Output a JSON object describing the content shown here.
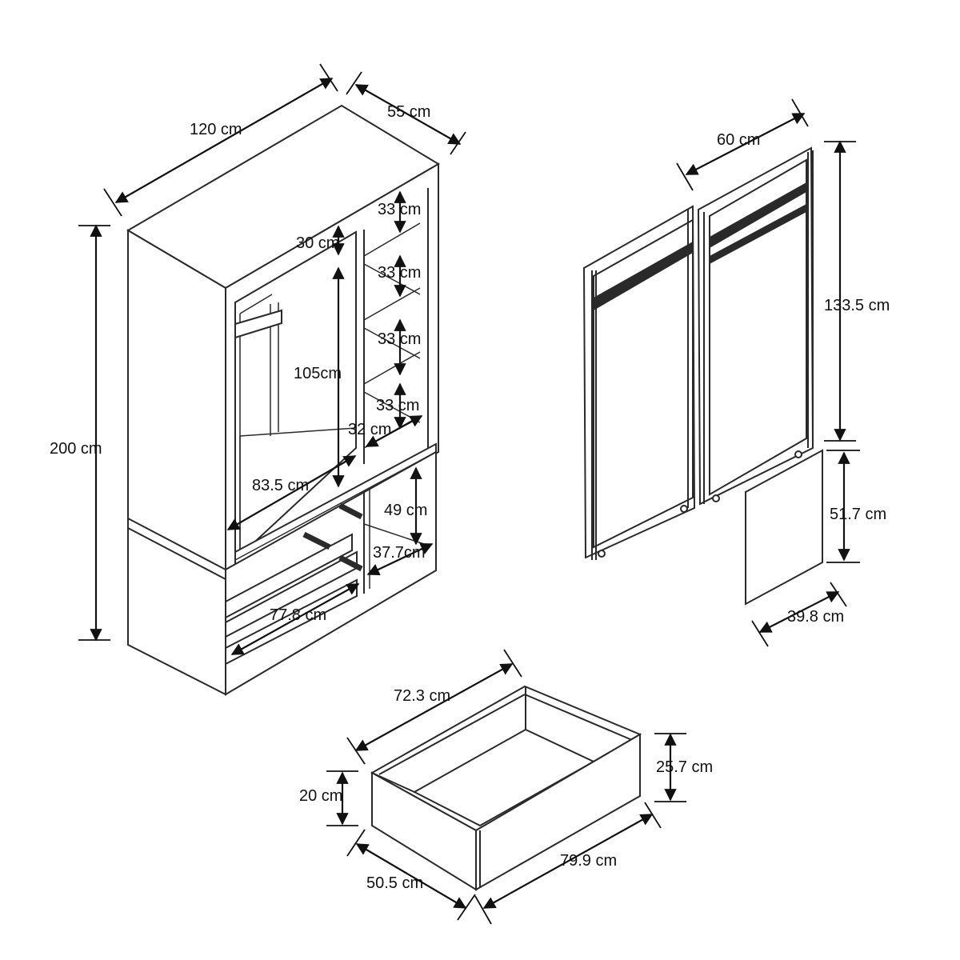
{
  "title": "",
  "colors": {
    "line": "#2a2a2a",
    "dimension": "#111111",
    "background": "#ffffff"
  },
  "labels": {
    "width": "120 cm",
    "depth": "55 cm",
    "height": "200 cm",
    "top_gap": "30 cm",
    "hanging_height": "105cm",
    "rail_width": "83.5 cm",
    "shelf_1": "33 cm",
    "shelf_2": "33 cm",
    "shelf_3": "33 cm",
    "shelf_4": "33 cm",
    "shelf_depth": "32 cm",
    "lower_compartment_height": "49 cm",
    "lower_compartment_width": "37.7cm",
    "drawer_bay_width": "77.8 cm",
    "door_width": "60 cm",
    "door_height": "133.5 cm",
    "small_door_height": "51.7 cm",
    "small_door_width": "39.8 cm",
    "drawer_width": "72.3 cm",
    "drawer_side_height": "20 cm",
    "drawer_front_height": "25.7 cm",
    "drawer_depth": "50.5 cm",
    "drawer_front_width": "79.9 cm"
  }
}
